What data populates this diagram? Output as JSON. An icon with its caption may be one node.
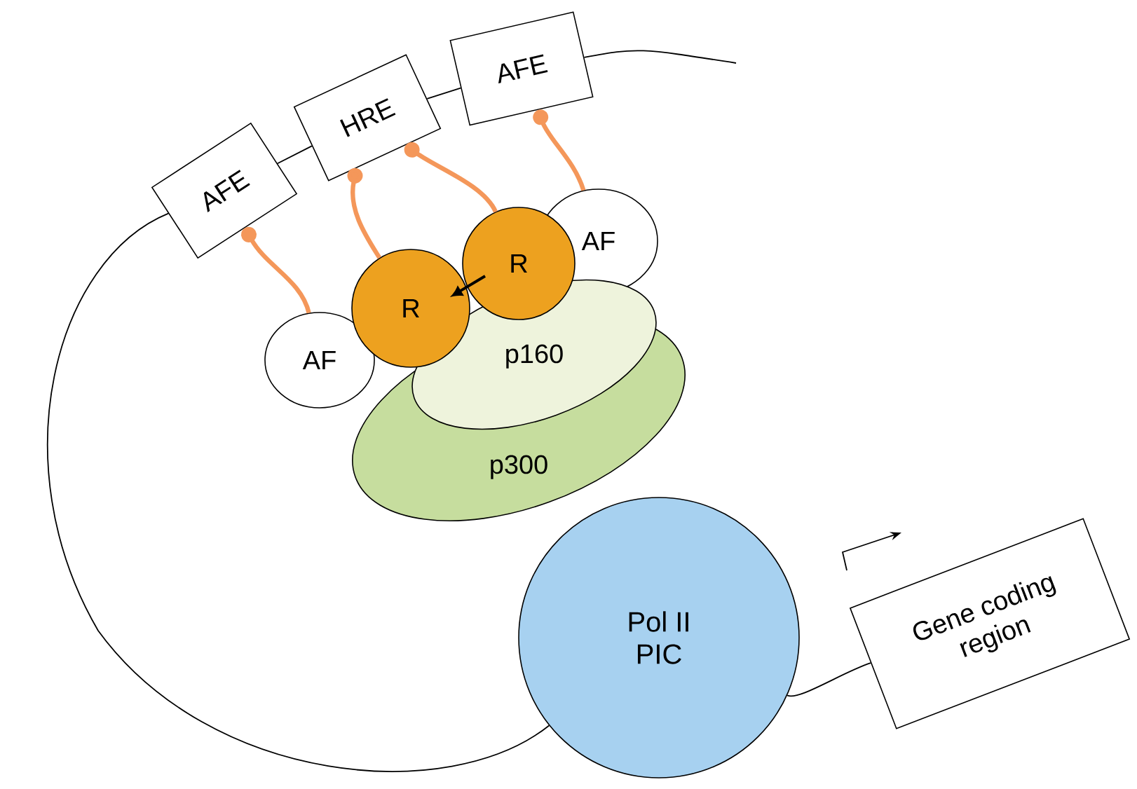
{
  "diagram": {
    "nodes": [
      {
        "text": [
          "AFE"
        ]
      },
      {
        "text": [
          "HRE"
        ]
      },
      {
        "text": [
          "AFE"
        ]
      },
      {
        "text": [
          "AF"
        ]
      },
      {
        "text": [
          "R"
        ]
      },
      {
        "text": [
          "R"
        ]
      },
      {
        "text": [
          "AF"
        ]
      },
      {
        "text": [
          "p160"
        ]
      },
      {
        "text": [
          "p300"
        ]
      },
      {
        "text": [
          "Pol II PIC"
        ]
      },
      {
        "text": [
          "Gene coding region"
        ]
      }
    ],
    "edges": [
      {
        "from": 0,
        "to": 1,
        "arrow": "none"
      },
      {
        "from": 1,
        "to": 2,
        "arrow": "none"
      },
      {
        "from": 2,
        "to": null,
        "arrow": "none"
      },
      {
        "from": 0,
        "to": 9,
        "arrow": "none"
      },
      {
        "from": 9,
        "to": 10,
        "arrow": "none"
      },
      {
        "from": 3,
        "to": 0,
        "arrow": "other",
        "style": "thick",
        "color": "#f4975a"
      },
      {
        "from": 4,
        "to": 1,
        "arrow": "other",
        "style": "thick",
        "color": "#f4975a"
      },
      {
        "from": 5,
        "to": 1,
        "arrow": "other",
        "style": "thick",
        "color": "#f4975a"
      },
      {
        "from": 6,
        "to": 2,
        "arrow": "other",
        "style": "thick",
        "color": "#f4975a"
      }
    ]
  }
}
